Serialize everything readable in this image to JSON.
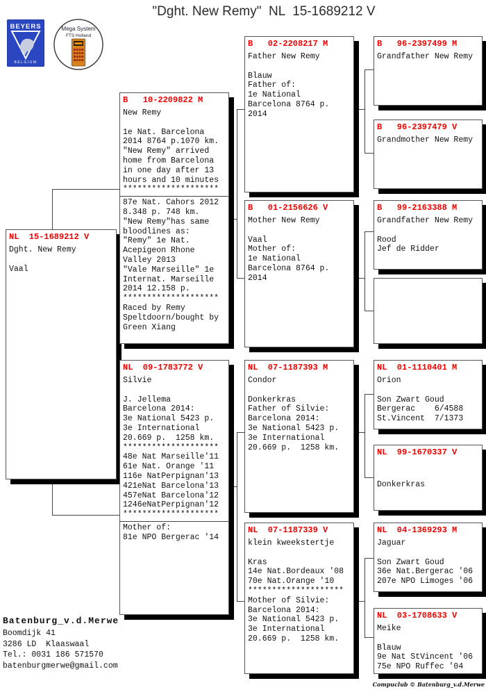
{
  "title": "\"Dght. New Remy\"  NL  15-1689212 V",
  "logos": {
    "beyers": {
      "top": "BEYERS",
      "bottom": "BELGIUM"
    },
    "mega": {
      "line1": "Mega System",
      "line2": "FTS  Holland"
    }
  },
  "pedigree": {
    "boxes": [
      {
        "id": "subject",
        "ring": "NL  15-1689212 V",
        "lines": [
          "Dght. New Remy",
          "",
          "Vaal"
        ]
      },
      {
        "id": "sire",
        "ring": "B   10-2209822 M",
        "lines": [
          "New Remy",
          "",
          "1e Nat. Barcelona",
          "2014 8764 p.1070 km.",
          "\"New Remy\" arrived",
          "home from Barcelona",
          "in one day after 13",
          "hours and 10 minutes",
          "********************",
          "=HR=",
          "87e Nat. Cahors 2012",
          "8.348 p. 748 km.",
          "\"New Remy\"has same",
          "bloodlines as:",
          "\"Remy\" 1e Nat.",
          "Acepigeon Rhone",
          "Valley 2013",
          "\"Vale Marseille\" 1e",
          "Internat. Marseille",
          "2014 12.158 p.",
          "********************",
          "Raced by Remy",
          "Speltdoorn/bought by",
          "Green Xiang"
        ]
      },
      {
        "id": "dam",
        "ring": "NL  09-1783772 V",
        "lines": [
          "Silvie",
          "",
          "J. Jellema",
          "Barcelona 2014:",
          "3e National 5423 p.",
          "3e International",
          "20.669 p.  1258 km.",
          "********************",
          "48e Nat Marseille'11",
          "61e Nat. Orange '11",
          "116e NatPerpignan'13",
          "421eNat Barcelona'13",
          "457eNat Barcelona'12",
          "1246eNatPerpignan'12",
          "********************",
          "=HR=",
          "Mother of:",
          "81e NPO Bergerac '14"
        ]
      },
      {
        "id": "sire-sire",
        "ring": "B   02-2208217 M",
        "lines": [
          "Father New Remy",
          "",
          "Blauw",
          "Father of:",
          "1e National",
          "Barcelona 8764 p.",
          "2014"
        ]
      },
      {
        "id": "sire-dam",
        "ring": "B   01-2156626 V",
        "lines": [
          "Mother New Remy",
          "",
          "Vaal",
          "Mother of:",
          "1e National",
          "Barcelona 8764 p.",
          "2014"
        ]
      },
      {
        "id": "dam-sire",
        "ring": "NL  07-1187393 M",
        "lines": [
          "Condor",
          "",
          "Donkerkras",
          "Father of Silvie:",
          "Barcelona 2014:",
          "3e National 5423 p.",
          "3e International",
          "20.669 p.  1258 km."
        ]
      },
      {
        "id": "dam-dam",
        "ring": "NL  07-1187339 V",
        "lines": [
          "klein kweekstertje",
          "",
          "Kras",
          "14e Nat.Bordeaux '08",
          "70e Nat.Orange '10",
          "********************",
          "Mother of Silvie:",
          "Barcelona 2014:",
          "3e National 5423 p.",
          "3e International",
          "20.669 p.  1258 km."
        ]
      },
      {
        "id": "sire-sire-sire",
        "ring": "B   96-2397499 M",
        "lines": [
          "Grandfather New Remy"
        ]
      },
      {
        "id": "sire-sire-dam",
        "ring": "B   96-2397479 V",
        "lines": [
          "Grandmother New Remy"
        ]
      },
      {
        "id": "sire-dam-sire",
        "ring": "B   99-2163388 M",
        "lines": [
          "Grandfather New Remy",
          "",
          "Rood",
          "Jef de Ridder"
        ]
      },
      {
        "id": "sire-dam-dam",
        "ring": "",
        "lines": []
      },
      {
        "id": "dam-sire-sire",
        "ring": "NL  01-1110401 M",
        "lines": [
          "Orion",
          "",
          "Son Zwart Goud",
          "Bergerac    6/4588",
          "St.Vincent  7/1373"
        ]
      },
      {
        "id": "dam-sire-dam",
        "ring": "NL  99-1670337 V",
        "lines": [
          "",
          "",
          "Donkerkras"
        ]
      },
      {
        "id": "dam-dam-sire",
        "ring": "NL  04-1369293 M",
        "lines": [
          "Jaguar",
          "",
          "Son Zwart Goud",
          "36e Nat.Bergerac '06",
          "207e NPO Limoges '06"
        ]
      },
      {
        "id": "dam-dam-dam",
        "ring": "NL  03-1708633 V",
        "lines": [
          "Meike",
          "",
          "Blauw",
          "9e Nat StVincent '06",
          "75e NPO Ruffec '04"
        ]
      }
    ]
  },
  "contact": {
    "name": "Batenburg_v.d.Merwe",
    "lines": [
      "Boomdijk 41",
      "3286 LD  Klaaswaal",
      "Tel.: 0031 186 571570",
      "batenburgmerwe@gmail.com"
    ]
  },
  "footer": "Compuclub © Batenburg_v.d.Merwe",
  "colors": {
    "ring_red": "#ee0000",
    "box_shadow": "#000000",
    "beyers_blue": "#2a46c0",
    "calculator_orange": "#d9831f"
  }
}
